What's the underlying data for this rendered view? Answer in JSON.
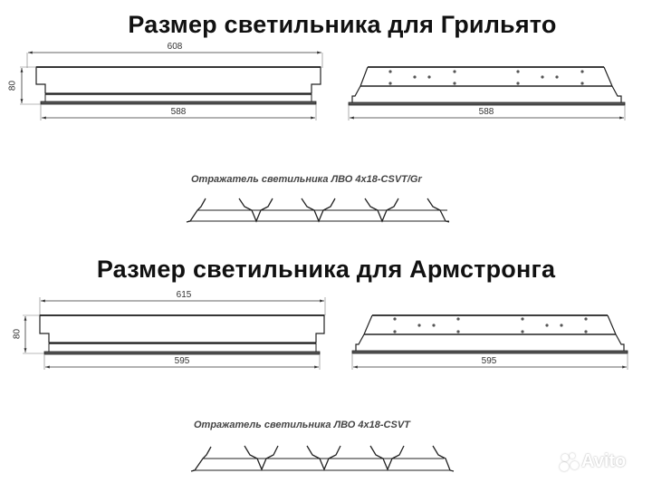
{
  "section_grilyato": {
    "title": "Размер светильника для Грильято",
    "side_view": {
      "top_width": "608",
      "bottom_width": "588",
      "height": "80"
    },
    "front_view": {
      "bottom_width": "588"
    },
    "reflector_caption": "Отражатель светильника ЛВО 4х18-CSVT/Gr"
  },
  "section_armstrong": {
    "title": "Размер светильника для Армстронга",
    "side_view": {
      "top_width": "615",
      "bottom_width": "595",
      "height": "80"
    },
    "front_view": {
      "bottom_width": "595"
    },
    "reflector_caption": "Отражатель светильника ЛВО 4х18-CSVT"
  },
  "watermark": {
    "text": "Avito"
  },
  "colors": {
    "line": "#222222",
    "dim_line": "#555555",
    "background": "#ffffff"
  }
}
